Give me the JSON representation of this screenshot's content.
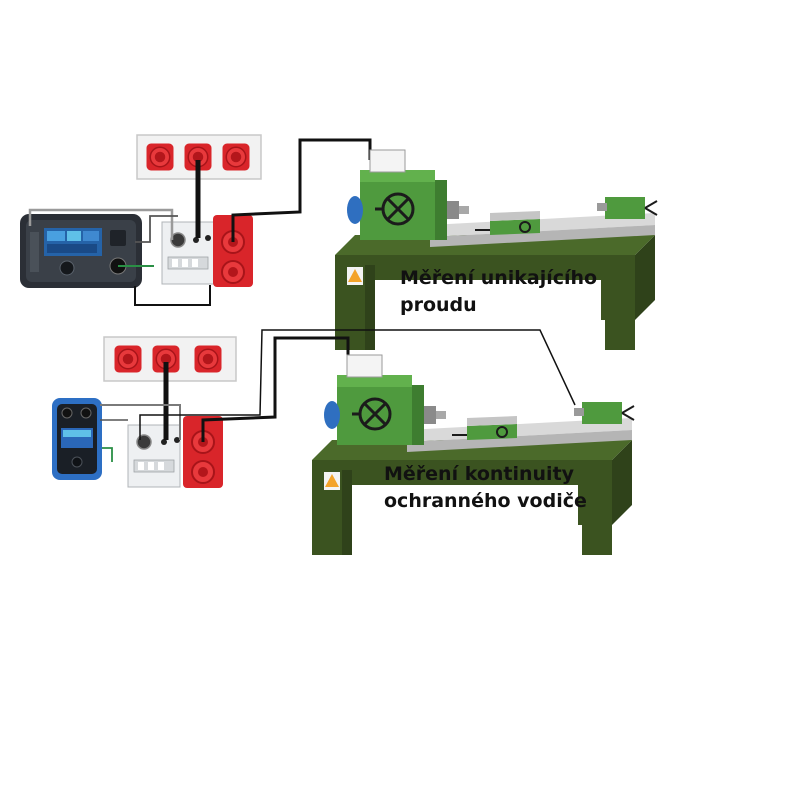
{
  "setups": [
    {
      "caption_line1": "Měření unikajícího",
      "caption_line2": "proudu"
    },
    {
      "caption_line1": "Měření kontinuity",
      "caption_line2": "ochranného vodiče"
    }
  ],
  "colors": {
    "machine_green": "#4f9a3e",
    "bed_green": "#3b5320",
    "bed_top": "#d9d9d9",
    "socket_red": "#d9252a",
    "spindle_blue": "#2f6fc0",
    "cable": "#111111",
    "tester_dark": "#2b2f36",
    "tester_blue": "#2d6fc4"
  }
}
